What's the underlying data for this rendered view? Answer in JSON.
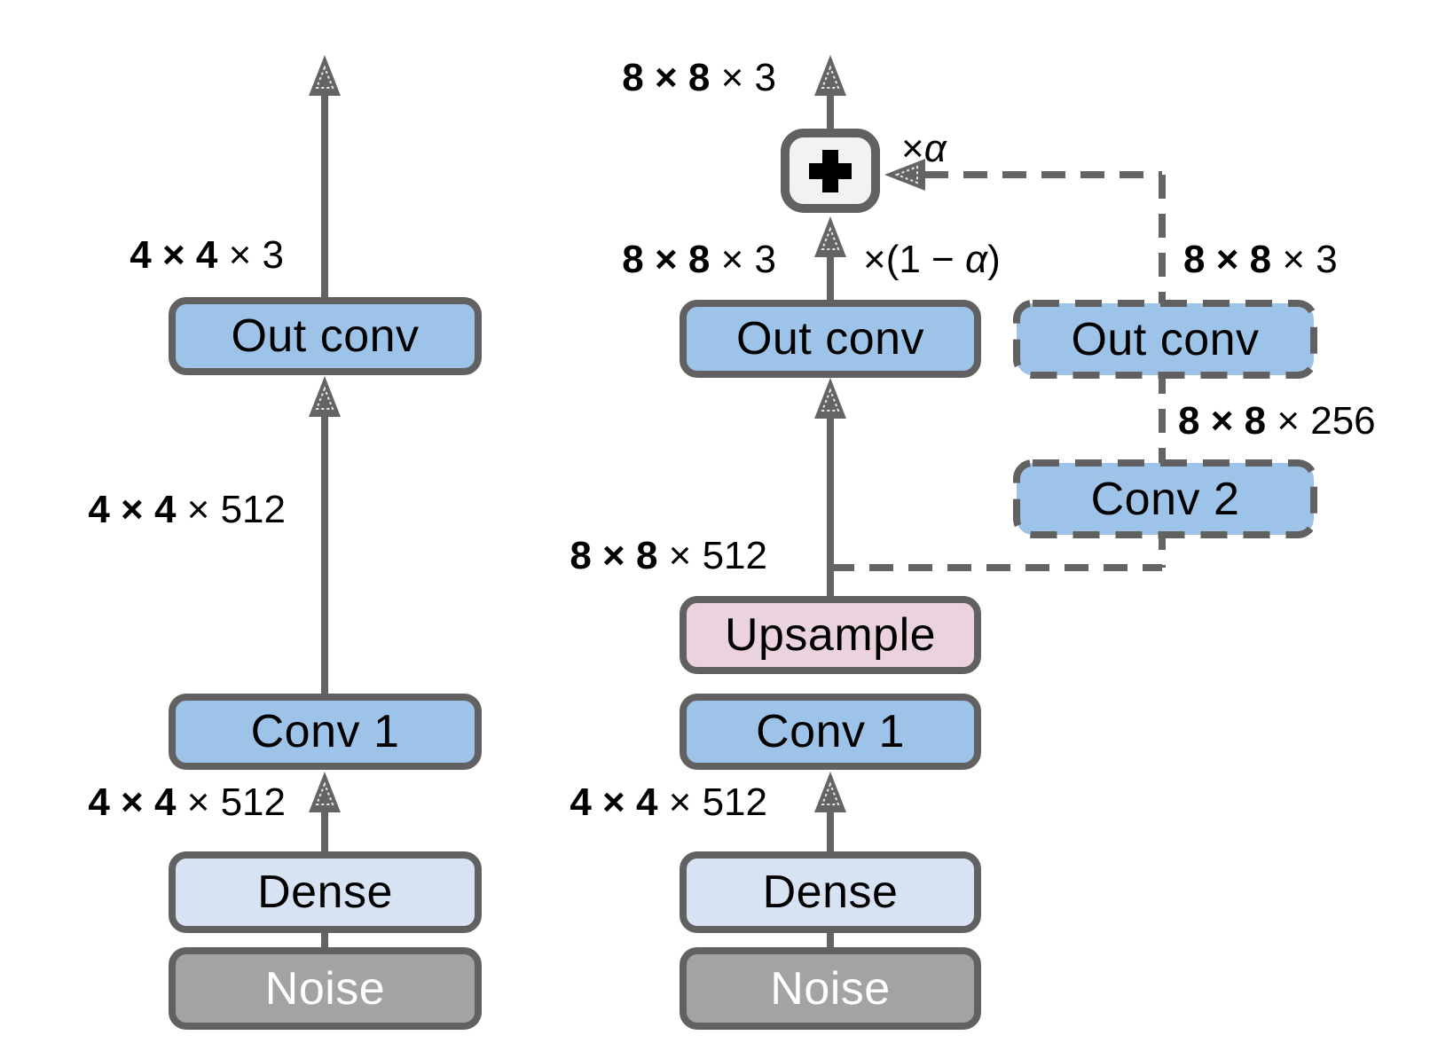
{
  "colors": {
    "box_border": "#616161",
    "line": "#646464",
    "conv_fill": "#9ec3e8",
    "dense_fill": "#d7e3f2",
    "noise_fill": "#a3a3a3",
    "upsample_fill": "#ead3de",
    "sum_fill": "#f2f2f2",
    "label_text": "#000000",
    "noise_text": "#ffffff"
  },
  "left_network": {
    "out_conv": "Out conv",
    "conv1": "Conv 1",
    "dense": "Dense",
    "noise": "Noise",
    "labels": {
      "out_dim": {
        "bold": "4 × 4",
        "rest": " × 3"
      },
      "mid_dim": {
        "bold": "4 × 4",
        "rest": " × 512"
      },
      "in_dim": {
        "bold": "4 × 4",
        "rest": " × 512"
      }
    }
  },
  "right_network": {
    "out_conv": "Out conv",
    "upsample": "Upsample",
    "conv1": "Conv 1",
    "dense": "Dense",
    "noise": "Noise",
    "sum_icon": "plus-icon",
    "labels": {
      "final_dim": {
        "bold": "8 × 8",
        "rest": " × 3"
      },
      "out_dim": {
        "bold": "8 × 8",
        "rest": " × 3"
      },
      "blend_scale": {
        "pre": "×(1 − ",
        "alpha": "α",
        "post": ")"
      },
      "alpha_scale": {
        "times": "×",
        "alpha": "α"
      },
      "upsample_dim": {
        "bold": "8 × 8",
        "rest": " × 512"
      },
      "in_dim": {
        "bold": "4 × 4",
        "rest": " × 512"
      }
    }
  },
  "fade_branch": {
    "out_conv": "Out conv",
    "conv2": "Conv 2",
    "labels": {
      "out_dim": {
        "bold": "8 × 8",
        "rest": " × 3"
      },
      "conv2_dim": {
        "bold": "8 × 8",
        "rest": " × 256"
      }
    }
  }
}
